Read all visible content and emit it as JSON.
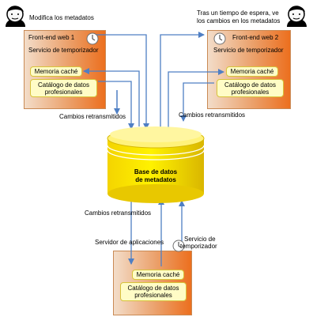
{
  "users": {
    "left_caption": "Modifica los metadatos",
    "right_caption_line1": "Tras un tiempo de espera, ve",
    "right_caption_line2": "los cambios en los metadatos"
  },
  "fe1": {
    "title": "Front-end web 1",
    "timer": "Servicio de temporizador",
    "cache": "Memoria caché",
    "catalog_line1": "Catálogo de datos",
    "catalog_line2": "profesionales"
  },
  "fe2": {
    "title": "Front-end web 2",
    "timer": "Servicio de temporizador",
    "cache": "Memoria caché",
    "catalog_line1": "Catálogo de datos",
    "catalog_line2": "profesionales"
  },
  "app": {
    "title": "Servidor de aplicaciones",
    "timer_line1": "Servicio de",
    "timer_line2": "temporizador",
    "cache": "Memoria caché",
    "catalog_line1": "Catálogo de datos",
    "catalog_line2": "profesionales"
  },
  "database": {
    "line1": "Base de datos",
    "line2": "de metadatos"
  },
  "flows": {
    "left_retransmitted": "Cambios retransmitidos",
    "right_retransmitted": "Cambios retransmitidos",
    "bottom_retransmitted": "Cambios retransmitidos"
  },
  "colors": {
    "arrow": "#4f7fc4",
    "panel_light": "#f3ddc9",
    "panel_dark": "#ec6f1e",
    "box_fill": "#fffcc6",
    "db_fill": "#ffee00"
  }
}
